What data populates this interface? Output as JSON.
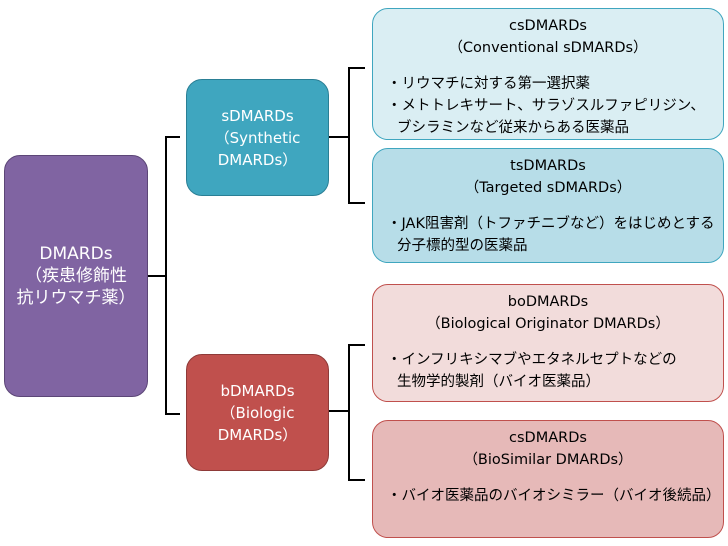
{
  "root": {
    "line1": "DMARDs",
    "line2": "（疾患修飾性",
    "line3": "抗リウマチ薬）"
  },
  "synthetic": {
    "line1": "sDMARDs",
    "line2": "（Synthetic",
    "line3": "DMARDs）"
  },
  "biologic": {
    "line1": "bDMARDs",
    "line2": "（Biologic",
    "line3": "DMARDs）"
  },
  "leaves": [
    {
      "title": "csDMARDs",
      "subtitle": "（Conventional sDMARDs）",
      "bullets": [
        "・リウマチに対する第一選択薬",
        "・メトトレキサート、サラゾスルファピリジン、",
        "ブシラミンなど従来からある医薬品"
      ]
    },
    {
      "title": "tsDMARDs",
      "subtitle": "（Targeted sDMARDs）",
      "bullets": [
        "・JAK阻害剤（トファチニブなど）をはじめとする",
        "分子標的型の医薬品"
      ]
    },
    {
      "title": "boDMARDs",
      "subtitle": "（Biological Originator DMARDs）",
      "bullets": [
        "・インフリキシマブやエタネルセプトなどの",
        "生物学的製剤（バイオ医薬品）"
      ]
    },
    {
      "title": "csDMARDs",
      "subtitle": "（BioSimilar DMARDs）",
      "bullets": [
        "・バイオ医薬品のバイオシミラー（バイオ後続品）"
      ]
    }
  ],
  "colors": {
    "root": "#8064a2",
    "synthetic": "#3fa6bf",
    "biologic": "#c0504d",
    "connector": "#000000"
  }
}
